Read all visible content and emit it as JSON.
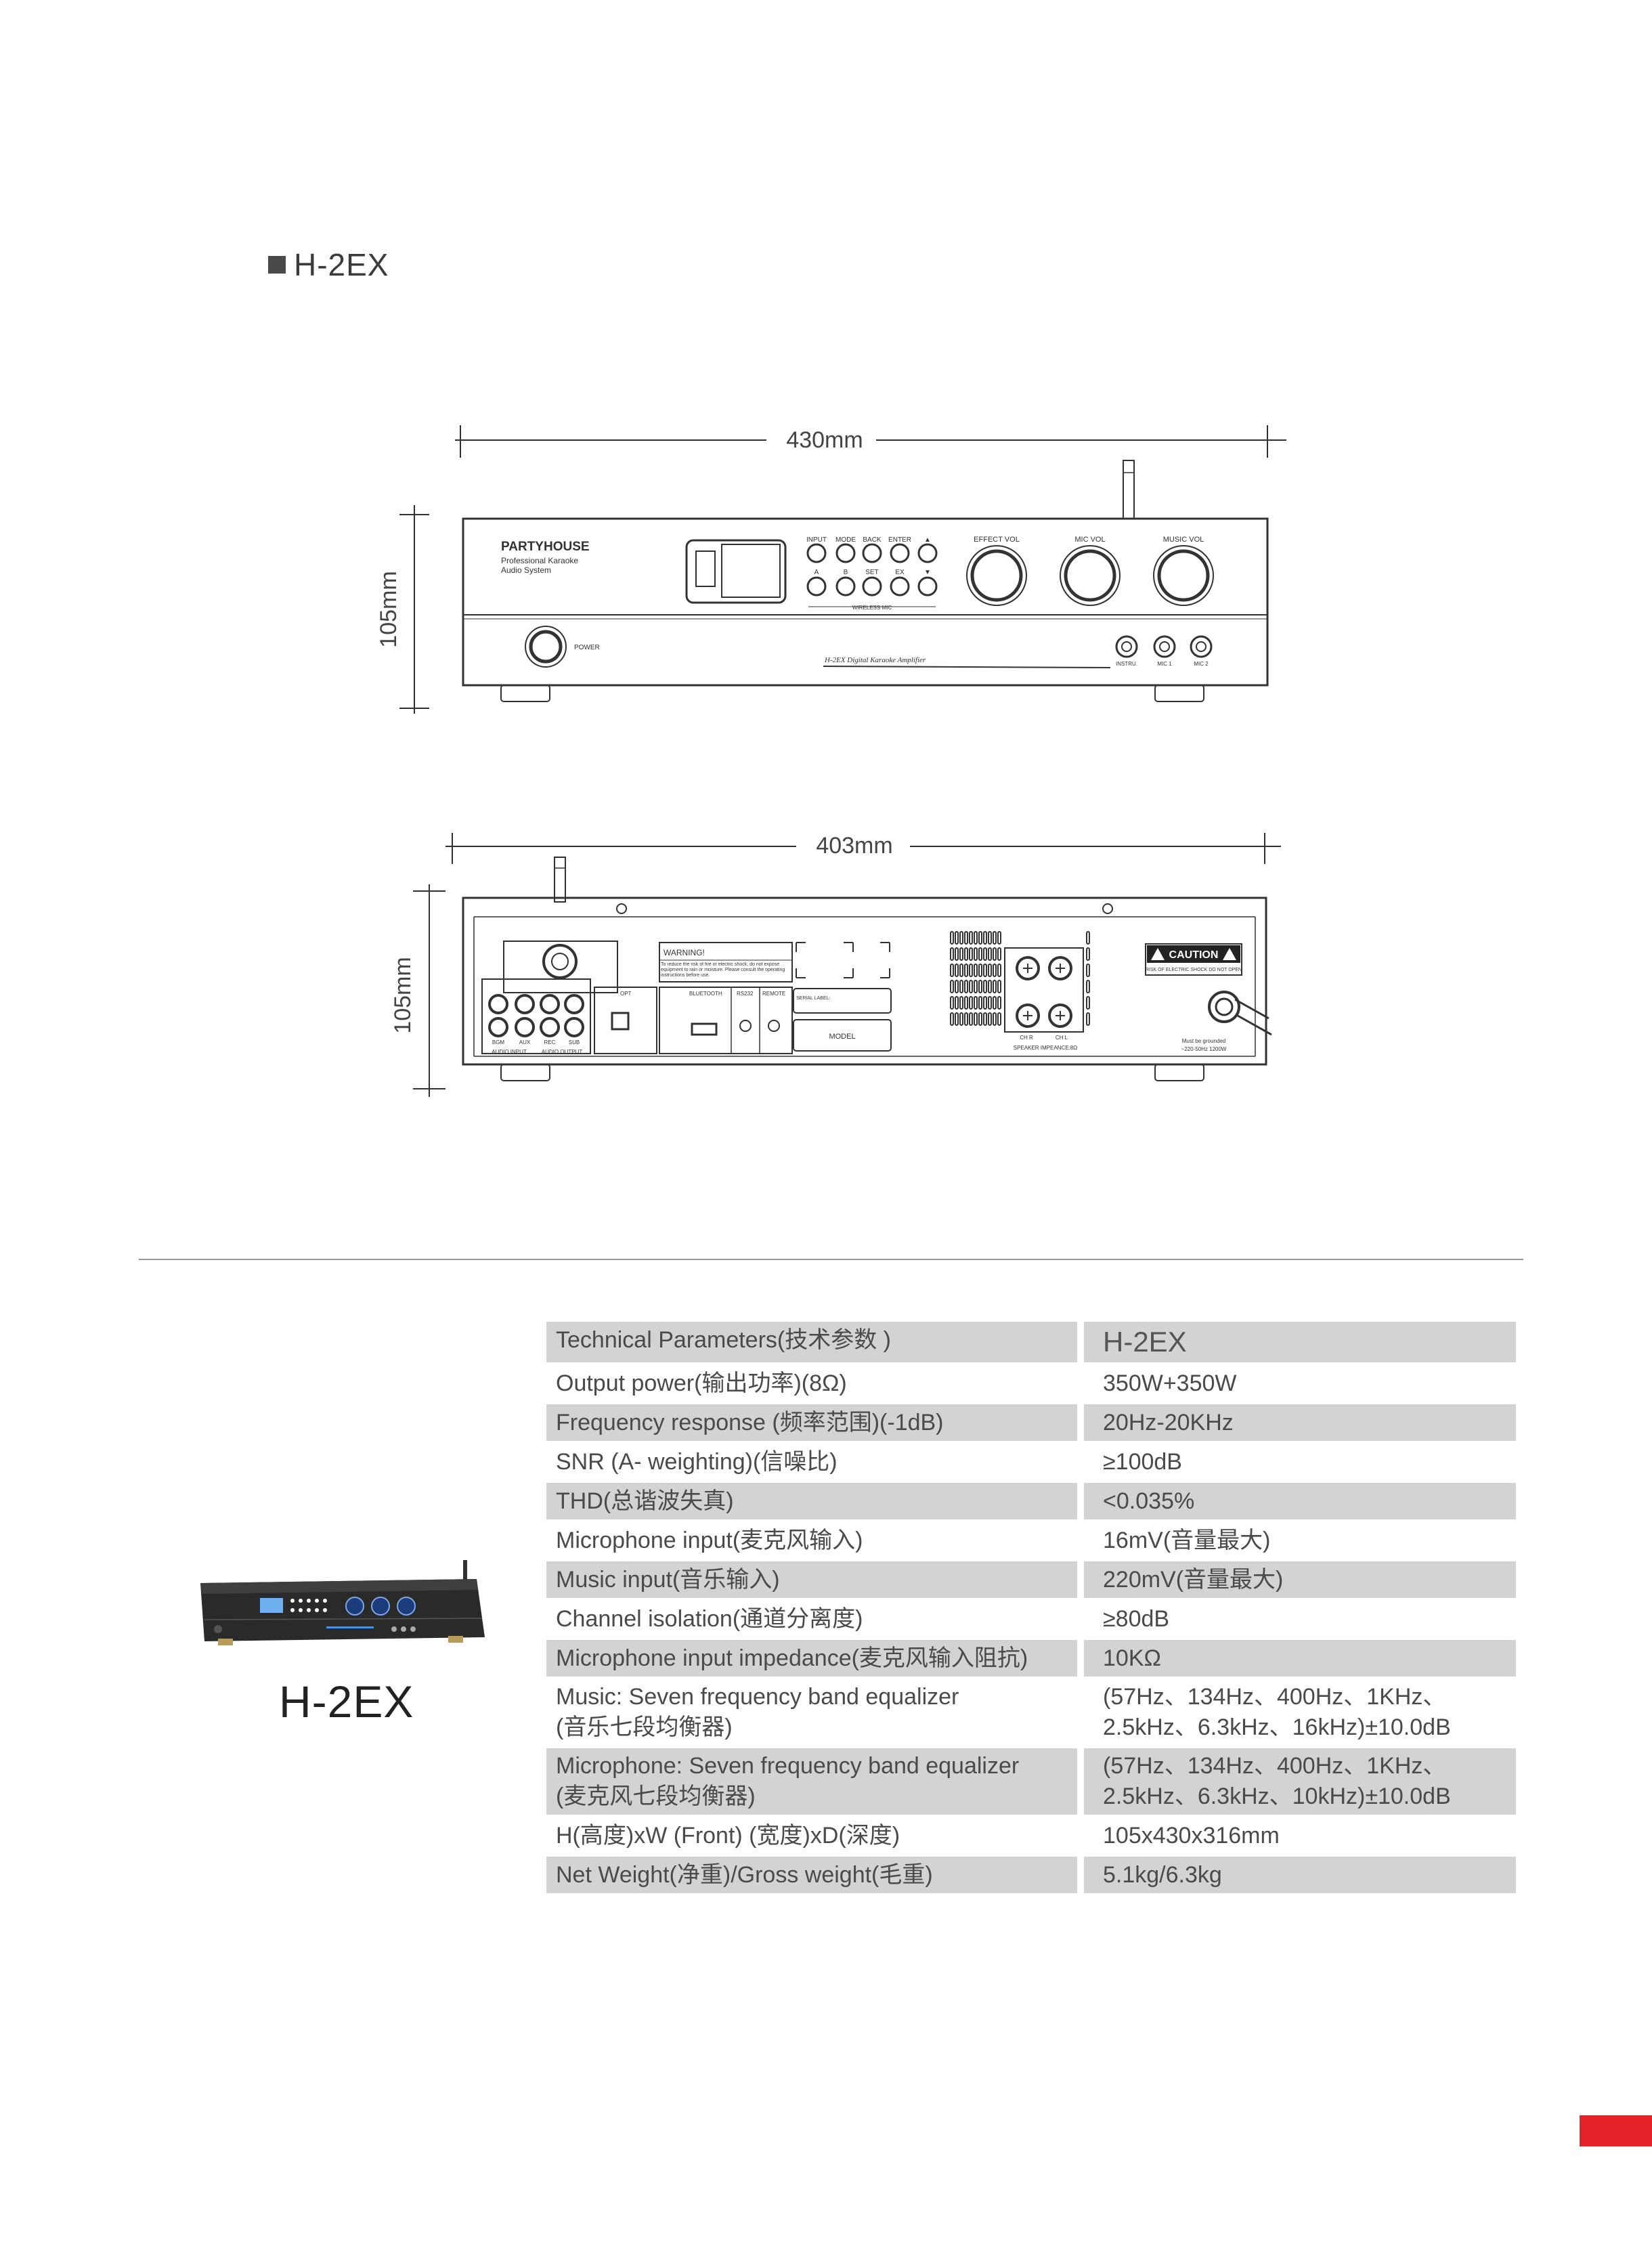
{
  "page": {
    "section_title": "H-2EX",
    "model_label": "H-2EX",
    "accent_color": "#e22226"
  },
  "front_drawing": {
    "width_label": "430mm",
    "height_label": "105mm",
    "brand": "PARTYHOUSE",
    "subtitle_line1": "Professional Karaoke",
    "subtitle_line2": "Audio System",
    "button_labels_top": [
      "INPUT",
      "MODE",
      "BACK",
      "ENTER",
      "▲"
    ],
    "button_labels_bottom": [
      "A",
      "B",
      "SET",
      "EX",
      "▼"
    ],
    "wireless_label": "WIRELESS MIC",
    "knobs": [
      "EFFECT VOL",
      "MIC VOL",
      "MUSIC VOL"
    ],
    "power_label": "POWER",
    "model_caption": "H-2EX Digital Karaoke Amplifier",
    "jacks": [
      "INSTRU.",
      "MIC 1",
      "MIC 2"
    ]
  },
  "rear_drawing": {
    "width_label": "403mm",
    "height_label": "105mm",
    "warning_title": "WARNING!",
    "warning_text": "To reduce the risk of fire or electric shock, do not expose equipment to rain or moisture. Please consult the operating instructions before use.",
    "labels": [
      "BGM",
      "AUX",
      "REC",
      "SUB",
      "AUDIO INPUT",
      "AUDIO OUTPUT",
      "OPT",
      "BLUETOOTH",
      "RS232",
      "REMOTE",
      "SERIAL LABEL:",
      "MODEL"
    ],
    "caution": "CAUTION",
    "caution_sub": "RISK OF ELECTRIC SHOCK DO NOT OPEN",
    "speaker_labels": [
      "CH R",
      "CH L"
    ],
    "speaker_impedance": "SPEAKER IMPEANCE:8Ω",
    "ground_line1": "Must be grounded",
    "ground_line2": "~220-50Hz 1200W"
  },
  "spec_table": {
    "header": {
      "param": "Technical Parameters(技术参数 )",
      "value": "H-2EX"
    },
    "rows": [
      {
        "param": "Output power(输出功率)(8Ω)",
        "value": "350W+350W",
        "shaded": false
      },
      {
        "param": "Frequency response (频率范围)(-1dB)",
        "value": "20Hz-20KHz",
        "shaded": true
      },
      {
        "param": "SNR (A- weighting)(信噪比)",
        "value": "≥100dB",
        "shaded": false
      },
      {
        "param": "THD(总谐波失真)",
        "value": "<0.035%",
        "shaded": true
      },
      {
        "param": "Microphone input(麦克风输入)",
        "value": "16mV(音量最大)",
        "shaded": false
      },
      {
        "param": "Music input(音乐输入)",
        "value": "220mV(音量最大)",
        "shaded": true
      },
      {
        "param": "Channel isolation(通道分离度)",
        "value": "≥80dB",
        "shaded": false
      },
      {
        "param": "Microphone input impedance(麦克风输入阻抗)",
        "value": "10KΩ",
        "shaded": true
      },
      {
        "param": "Music: Seven frequency band equalizer\n(音乐七段均衡器)",
        "value": "(57Hz、134Hz、400Hz、1KHz、\n2.5kHz、6.3kHz、16kHz)±10.0dB",
        "shaded": false
      },
      {
        "param": "Microphone: Seven frequency band equalizer\n(麦克风七段均衡器)",
        "value": "(57Hz、134Hz、400Hz、1KHz、\n2.5kHz、6.3kHz、10kHz)±10.0dB",
        "shaded": true
      },
      {
        "param": "H(高度)xW (Front) (宽度)xD(深度)",
        "value": "105x430x316mm",
        "shaded": false
      },
      {
        "param": "Net Weight(净重)/Gross weight(毛重)",
        "value": "5.1kg/6.3kg",
        "shaded": true
      }
    ]
  }
}
